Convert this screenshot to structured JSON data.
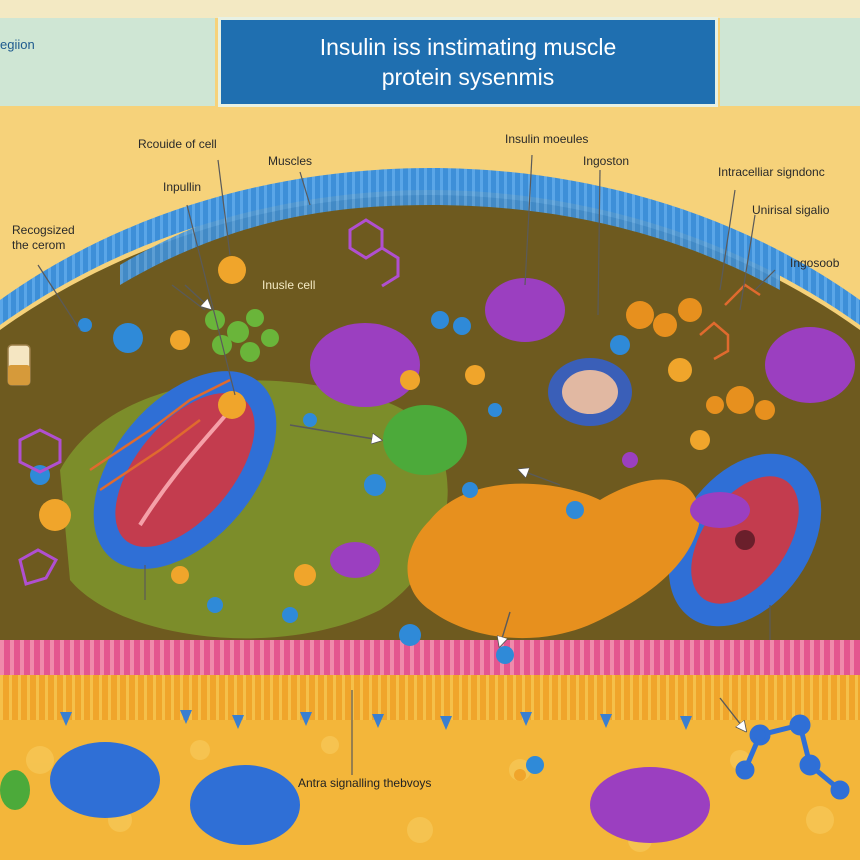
{
  "header": {
    "title": "Insulin iss  instimating muscle\nprotein sysenmis",
    "left_tab": "egiion"
  },
  "labels": {
    "recognized": "Recogsized\nthe cerom",
    "recovide": "Rcouide of cell",
    "inpullin": "Inpullin",
    "muscles": "Muscles",
    "muscle_cell": "Inusle cell",
    "insulin_molecules": "Insulin moeules",
    "ingoston": "Ingoston",
    "intracellular": "Intracelliar signdonc",
    "universal": "Unirisal sigalio",
    "ingosoob": "Ingosoob",
    "antra": "Antra signalling thebvoys"
  },
  "colors": {
    "banner": "#1f6fb0",
    "background": "#f6d27a",
    "membrane": "#3d8fd8",
    "cytoplasm": "#6e5a1f",
    "organelle_purple": "#9b3fc0",
    "organelle_blue": "#2f6fd6",
    "orange_blob": "#e7901e",
    "pink_layer": "#e4568f",
    "arrow": "#5a5a5a"
  }
}
